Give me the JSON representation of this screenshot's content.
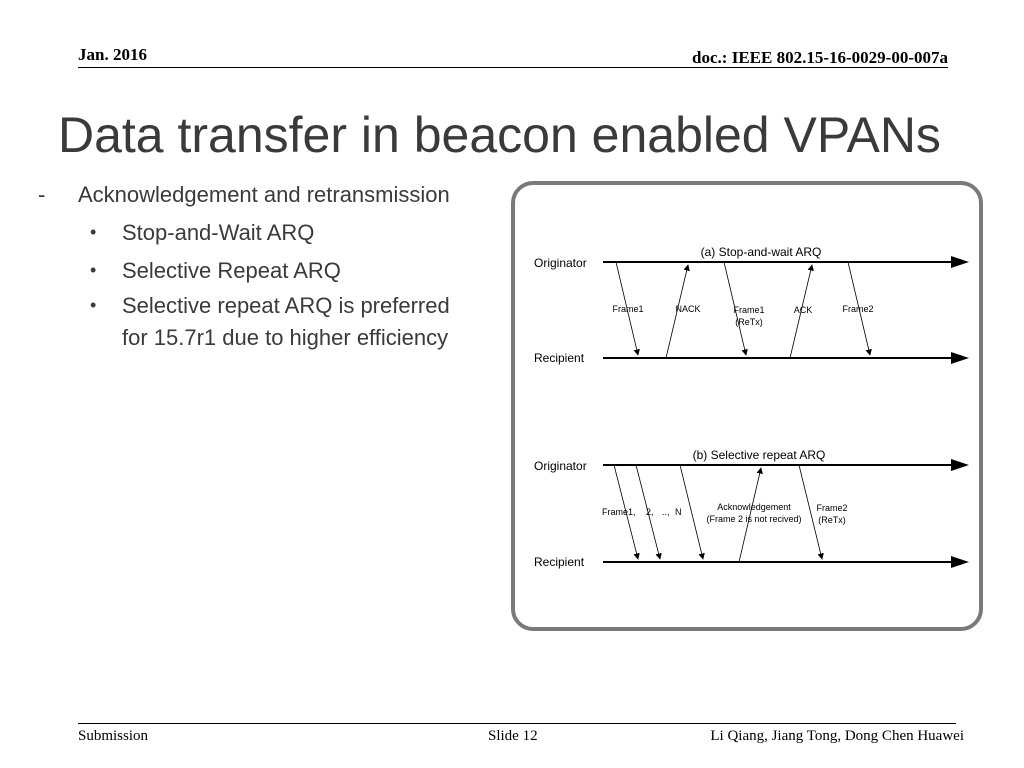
{
  "header": {
    "date": "Jan. 2016",
    "doc": "doc.: IEEE 802.15-16-0029-00-007a"
  },
  "title": "Data transfer in beacon enabled VPANs",
  "bullets": {
    "main": "Acknowledgement and retransmission",
    "sub": [
      "Stop-and-Wait ARQ",
      "Selective Repeat ARQ",
      "Selective repeat ARQ is preferred",
      "for 15.7r1 due to higher efficiency"
    ]
  },
  "diagram": {
    "a": {
      "caption": "(a) Stop-and-wait ARQ",
      "originator": "Originator",
      "recipient": "Recipient",
      "labels": [
        "Frame1",
        "NACK",
        "Frame1",
        "(ReTx)",
        "ACK",
        "Frame2"
      ]
    },
    "b": {
      "caption": "(b) Selective repeat ARQ",
      "originator": "Originator",
      "recipient": "Recipient",
      "labels": [
        "Frame1,",
        "2,",
        "..,",
        "N",
        "Acknowledgement",
        "(Frame 2 is not recived)",
        "Frame2",
        "(ReTx)"
      ]
    }
  },
  "footer": {
    "left": "Submission",
    "center": "Slide 12",
    "right": "Li Qiang, Jiang Tong, Dong Chen Huawei"
  }
}
